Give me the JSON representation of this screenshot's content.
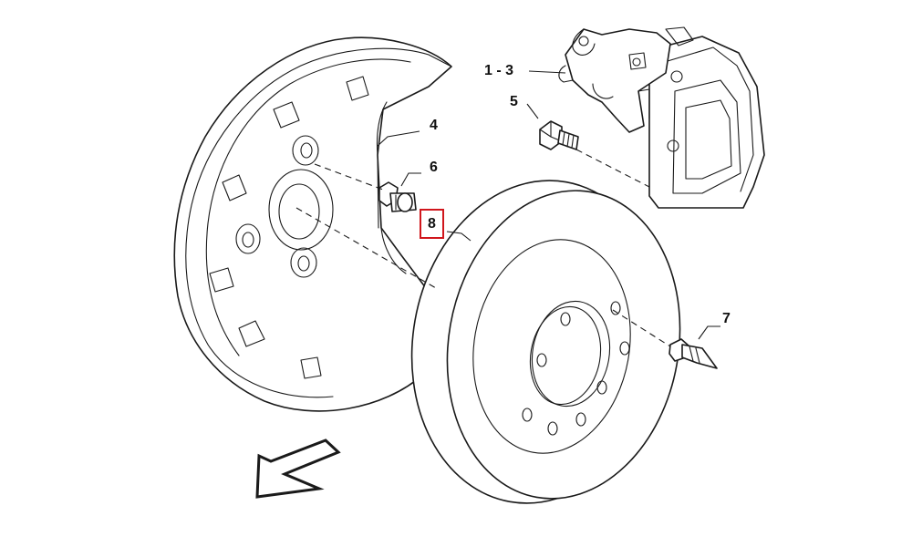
{
  "callouts": {
    "c1": "1 - 3",
    "c4": "4",
    "c5": "5",
    "c6": "6",
    "c7": "7",
    "c8": "8"
  },
  "highlight_color": "#d0161c",
  "highlighted_callout": "8",
  "icons": [
    "direction-arrow-icon"
  ]
}
